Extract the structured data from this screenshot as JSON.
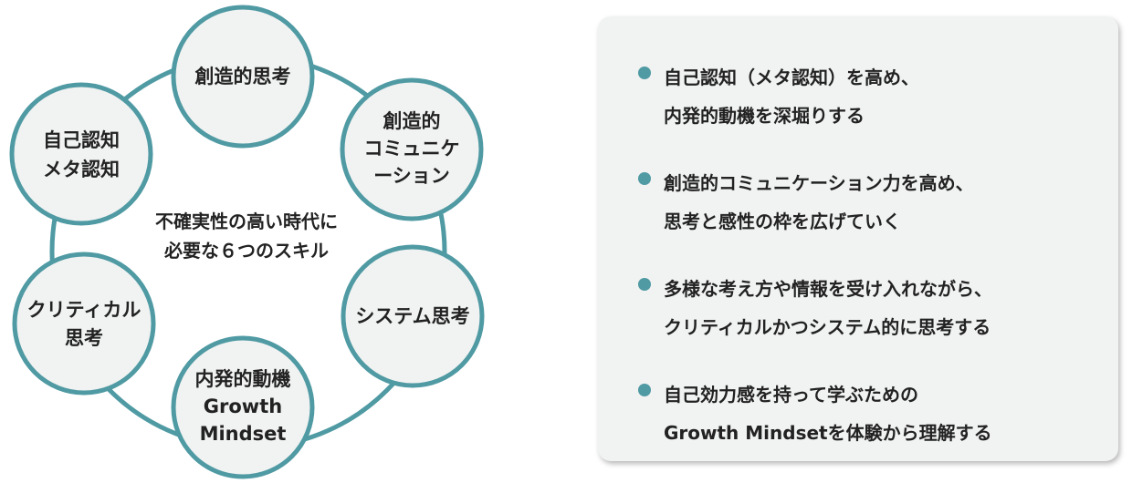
{
  "diagram": {
    "center_lines": [
      "不確実性の高い時代に",
      "必要な６つのスキル"
    ],
    "nodes": [
      {
        "lines": [
          "創造的思考"
        ]
      },
      {
        "lines": [
          "創造的",
          "コミュニケ",
          "ーション"
        ]
      },
      {
        "lines": [
          "システム思考"
        ]
      },
      {
        "lines": [
          "内発的動機",
          "Growth",
          "Mindset"
        ]
      },
      {
        "lines": [
          "クリティカル",
          "思考"
        ]
      },
      {
        "lines": [
          "自己認知",
          "メタ認知"
        ]
      }
    ],
    "colors": {
      "ring": "#4f9aa3",
      "node_fill": "#f1f2f2"
    }
  },
  "panel": {
    "points": [
      {
        "lines": [
          "自己認知（メタ認知）を高め、",
          "内発的動機を深堀りする"
        ]
      },
      {
        "lines": [
          "創造的コミュニケーション力を高め、",
          "思考と感性の枠を広げていく"
        ]
      },
      {
        "lines": [
          "多様な考え方や情報を受け入れながら、",
          "クリティカルかつシステム的に思考する"
        ]
      },
      {
        "lines": [
          "自己効力感を持って学ぶための",
          "Growth Mindsetを体験から理解する"
        ]
      }
    ],
    "bullet_color": "#4f9aa3"
  }
}
